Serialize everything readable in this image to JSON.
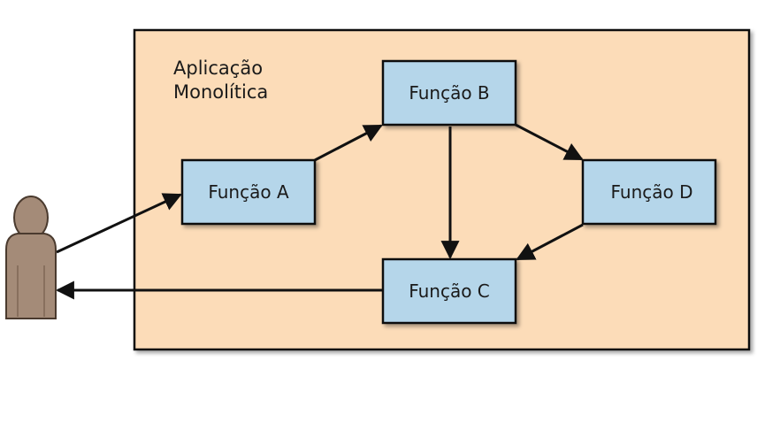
{
  "container": {
    "title_line1": "Aplicação",
    "title_line2": "Monolítica"
  },
  "functions": {
    "a": "Função A",
    "b": "Função B",
    "c": "Função C",
    "d": "Função D"
  },
  "colors": {
    "container_fill": "#fcdcb8",
    "box_fill": "#b5d6ea",
    "stroke": "#111111",
    "user_fill": "#a48b78",
    "user_stroke": "#4a3a2e"
  },
  "icons": {
    "user": "person-icon"
  }
}
